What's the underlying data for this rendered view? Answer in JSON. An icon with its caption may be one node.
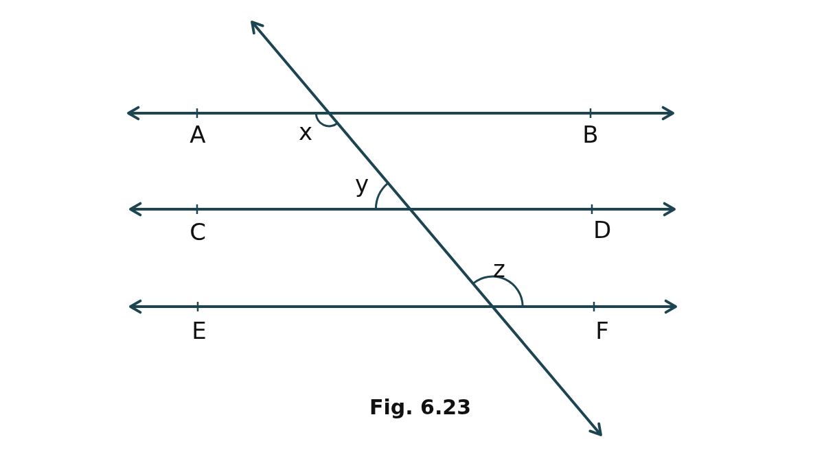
{
  "diagram": {
    "caption": "Fig. 6.23",
    "labels": [
      "A",
      "x",
      "B",
      "y",
      "C",
      "D",
      "z",
      "E",
      "F"
    ]
  }
}
